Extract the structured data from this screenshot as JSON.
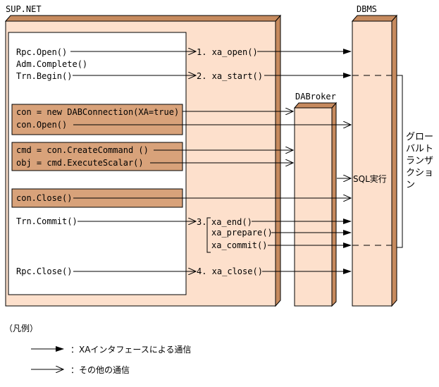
{
  "boxes": {
    "sup_net": "SUP.NET",
    "dbms": "DBMS",
    "dabroker": "DABroker"
  },
  "client_calls": {
    "rpc_open": "Rpc.Open()",
    "adm_complete": "Adm.Complete()",
    "trn_begin": "Trn.Begin()",
    "con_new": "con = new DABConnection(XA=true)",
    "con_open": "con.Open()",
    "cmd_create": "cmd = con.CreateCommand ()",
    "obj_exec": "obj = cmd.ExecuteScalar()",
    "con_close": "con.Close()",
    "trn_commit": "Trn.Commit()",
    "rpc_close": "Rpc.Close()"
  },
  "xa_calls": {
    "xa_open": "1. xa_open()",
    "xa_start": "2. xa_start()",
    "step3": "3.",
    "xa_end": "xa_end()",
    "xa_prepare": "xa_prepare()",
    "xa_commit": "xa_commit()",
    "xa_close": "4. xa_close()"
  },
  "sql_exec": "SQL実行",
  "global_transaction": [
    "グロー",
    "バルト",
    "ランザ",
    "クショ",
    "ン"
  ],
  "legend": {
    "title": "（凡例）",
    "xa_comm": "：XAインタフェースによる通信",
    "other_comm": "：その他の通信"
  },
  "colors": {
    "box_fill": "#fde0cc",
    "box_side": "#c68a5e",
    "highlight_fill": "#d8a27a",
    "line": "#000000"
  }
}
